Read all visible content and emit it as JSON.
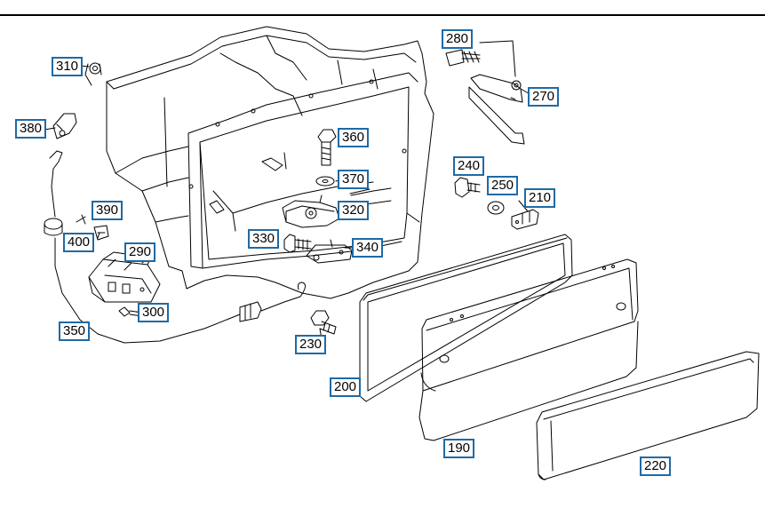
{
  "diagram": {
    "callouts": {
      "c280": "280",
      "c310": "310",
      "c270": "270",
      "c380": "380",
      "c360": "360",
      "c240": "240",
      "c370": "370",
      "c250": "250",
      "c210": "210",
      "c390": "390",
      "c320": "320",
      "c400": "400",
      "c330": "330",
      "c340": "340",
      "c290": "290",
      "c300": "300",
      "c350": "350",
      "c230": "230",
      "c200": "200",
      "c190": "190",
      "c220": "220"
    }
  },
  "colors": {
    "line": "#000000",
    "callout_border": "#1f6aa5",
    "background": "#ffffff"
  }
}
